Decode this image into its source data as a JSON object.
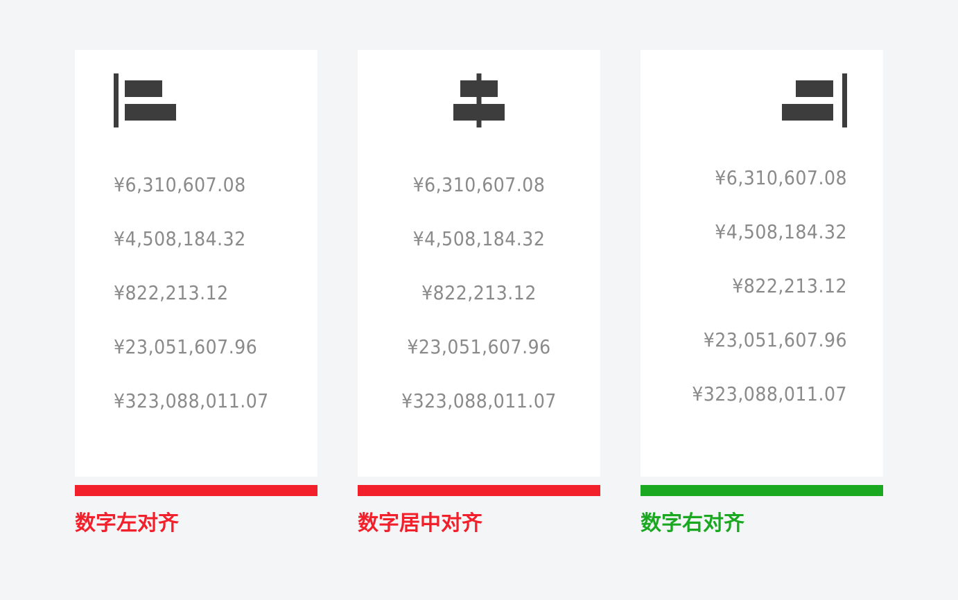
{
  "colors": {
    "background": "#f4f5f7",
    "panel": "#ffffff",
    "icon": "#3d3d3d",
    "number_text": "#8a8a8a",
    "wrong": "#f2202b",
    "correct": "#1aa821"
  },
  "numbers": [
    "¥6,310,607.08",
    "¥4,508,184.32",
    "¥822,213.12",
    "¥23,051,607.96",
    "¥323,088,011.07"
  ],
  "panels": {
    "left": {
      "icon": "align-left-icon",
      "caption": "数字左对齐",
      "status": "wrong"
    },
    "center": {
      "icon": "align-center-icon",
      "caption": "数字居中对齐",
      "status": "wrong"
    },
    "right": {
      "icon": "align-right-icon",
      "caption": "数字右对齐",
      "status": "correct"
    }
  }
}
